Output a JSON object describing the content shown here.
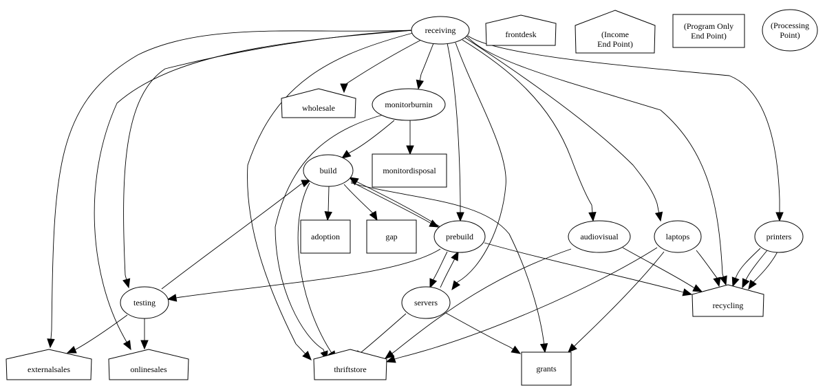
{
  "diagram": {
    "type": "directed-graph",
    "title": "",
    "colors": {
      "stroke": "#000000",
      "fill": "#ffffff",
      "text": "#000000",
      "background": "#ffffff"
    },
    "nodes": [
      {
        "id": "receiving",
        "label": [
          "receiving"
        ],
        "shape": "ellipse"
      },
      {
        "id": "frontdesk",
        "label": [
          "frontdesk"
        ],
        "shape": "house"
      },
      {
        "id": "legend_income",
        "label": [
          "(Income",
          "End Point)"
        ],
        "shape": "house"
      },
      {
        "id": "legend_program",
        "label": [
          "(Program Only",
          "End Point)"
        ],
        "shape": "box"
      },
      {
        "id": "legend_processing",
        "label": [
          "(Processing",
          "Point)"
        ],
        "shape": "ellipse"
      },
      {
        "id": "wholesale",
        "label": [
          "wholesale"
        ],
        "shape": "house"
      },
      {
        "id": "monitorburnin",
        "label": [
          "monitorburnin"
        ],
        "shape": "ellipse"
      },
      {
        "id": "build",
        "label": [
          "build"
        ],
        "shape": "ellipse"
      },
      {
        "id": "monitordisposal",
        "label": [
          "monitordisposal"
        ],
        "shape": "box"
      },
      {
        "id": "adoption",
        "label": [
          "adoption"
        ],
        "shape": "box"
      },
      {
        "id": "gap",
        "label": [
          "gap"
        ],
        "shape": "box"
      },
      {
        "id": "prebuild",
        "label": [
          "prebuild"
        ],
        "shape": "ellipse"
      },
      {
        "id": "audiovisual",
        "label": [
          "audiovisual"
        ],
        "shape": "ellipse"
      },
      {
        "id": "laptops",
        "label": [
          "laptops"
        ],
        "shape": "ellipse"
      },
      {
        "id": "printers",
        "label": [
          "printers"
        ],
        "shape": "ellipse"
      },
      {
        "id": "testing",
        "label": [
          "testing"
        ],
        "shape": "ellipse"
      },
      {
        "id": "servers",
        "label": [
          "servers"
        ],
        "shape": "ellipse"
      },
      {
        "id": "recycling",
        "label": [
          "recycling"
        ],
        "shape": "house"
      },
      {
        "id": "externalsales",
        "label": [
          "externalsales"
        ],
        "shape": "house"
      },
      {
        "id": "onlinesales",
        "label": [
          "onlinesales"
        ],
        "shape": "house"
      },
      {
        "id": "thriftstore",
        "label": [
          "thriftstore"
        ],
        "shape": "house"
      },
      {
        "id": "grants",
        "label": [
          "grants"
        ],
        "shape": "box"
      }
    ],
    "edges": [
      {
        "from": "receiving",
        "to": "wholesale"
      },
      {
        "from": "receiving",
        "to": "monitorburnin"
      },
      {
        "from": "receiving",
        "to": "prebuild"
      },
      {
        "from": "receiving",
        "to": "servers"
      },
      {
        "from": "receiving",
        "to": "audiovisual"
      },
      {
        "from": "receiving",
        "to": "laptops"
      },
      {
        "from": "receiving",
        "to": "printers"
      },
      {
        "from": "receiving",
        "to": "recycling"
      },
      {
        "from": "receiving",
        "to": "testing"
      },
      {
        "from": "receiving",
        "to": "externalsales"
      },
      {
        "from": "receiving",
        "to": "onlinesales"
      },
      {
        "from": "receiving",
        "to": "thriftstore"
      },
      {
        "from": "monitorburnin",
        "to": "build"
      },
      {
        "from": "monitorburnin",
        "to": "monitordisposal"
      },
      {
        "from": "monitorburnin",
        "to": "thriftstore"
      },
      {
        "from": "build",
        "to": "adoption"
      },
      {
        "from": "build",
        "to": "gap"
      },
      {
        "from": "build",
        "to": "prebuild"
      },
      {
        "from": "build",
        "to": "thriftstore"
      },
      {
        "from": "build",
        "to": "grants"
      },
      {
        "from": "prebuild",
        "to": "build"
      },
      {
        "from": "prebuild",
        "to": "servers"
      },
      {
        "from": "prebuild",
        "to": "testing"
      },
      {
        "from": "prebuild",
        "to": "recycling"
      },
      {
        "from": "servers",
        "to": "prebuild"
      },
      {
        "from": "servers",
        "to": "thriftstore"
      },
      {
        "from": "servers",
        "to": "grants"
      },
      {
        "from": "testing",
        "to": "build"
      },
      {
        "from": "testing",
        "to": "externalsales"
      },
      {
        "from": "testing",
        "to": "onlinesales"
      },
      {
        "from": "audiovisual",
        "to": "thriftstore"
      },
      {
        "from": "audiovisual",
        "to": "recycling"
      },
      {
        "from": "laptops",
        "to": "thriftstore"
      },
      {
        "from": "laptops",
        "to": "grants"
      },
      {
        "from": "laptops",
        "to": "recycling"
      },
      {
        "from": "printers",
        "to": "recycling"
      },
      {
        "from": "printers",
        "to": "recycling"
      },
      {
        "from": "printers",
        "to": "recycling"
      }
    ]
  }
}
